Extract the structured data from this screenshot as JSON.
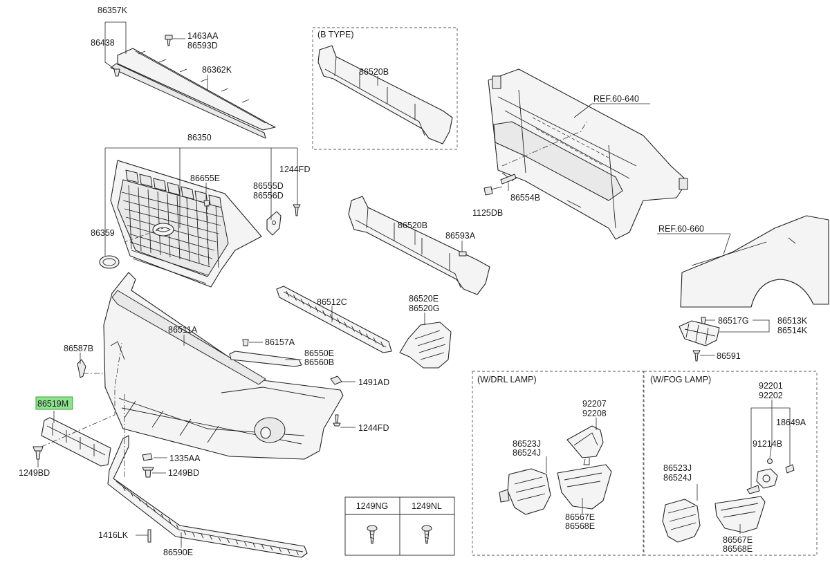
{
  "boxes": {
    "b_type": "(B TYPE)",
    "drl_lamp": "(W/DRL LAMP)",
    "fog_lamp": "(W/FOG LAMP)"
  },
  "refs": {
    "ref_640": "REF.60-640",
    "ref_660": "REF.60-660"
  },
  "labels": {
    "p86357K": "86357K",
    "p86438": "86438",
    "p1463AA": "1463AA",
    "p86593D": "86593D",
    "p86362K": "86362K",
    "p86350": "86350",
    "p86655E": "86655E",
    "p1244FD_top": "1244FD",
    "p86555D": "86555D",
    "p86556D": "86556D",
    "p86359": "86359",
    "p86520B_b": "86520B",
    "p86520B": "86520B",
    "p86593A": "86593A",
    "p86554B": "86554B",
    "p1125DB": "1125DB",
    "p86512C": "86512C",
    "p86520E": "86520E",
    "p86520G": "86520G",
    "p86511A": "86511A",
    "p86587B": "86587B",
    "p86157A": "86157A",
    "p86550E": "86550E",
    "p86560B": "86560B",
    "p1491AD": "1491AD",
    "p86519M": "86519M",
    "p1244FD_bot": "1244FD",
    "p1335AA": "1335AA",
    "p1249BD_a": "1249BD",
    "p1249BD_b": "1249BD",
    "p1416LK": "1416LK",
    "p86590E": "86590E",
    "p86517G": "86517G",
    "p86513K": "86513K",
    "p86514K": "86514K",
    "p86591": "86591",
    "p92207": "92207",
    "p92208": "92208",
    "p86523J_a": "86523J",
    "p86524J_a": "86524J",
    "p86567E_a": "86567E",
    "p86568E_a": "86568E",
    "p92201": "92201",
    "p92202": "92202",
    "p18649A": "18649A",
    "p91214B": "91214B",
    "p86523J_b": "86523J",
    "p86524J_b": "86524J",
    "p86567E_b": "86567E",
    "p86568E_b": "86568E"
  },
  "fastener_table": {
    "headers": [
      "1249NG",
      "1249NL"
    ]
  },
  "colors": {
    "highlight": "#8fe38f"
  }
}
